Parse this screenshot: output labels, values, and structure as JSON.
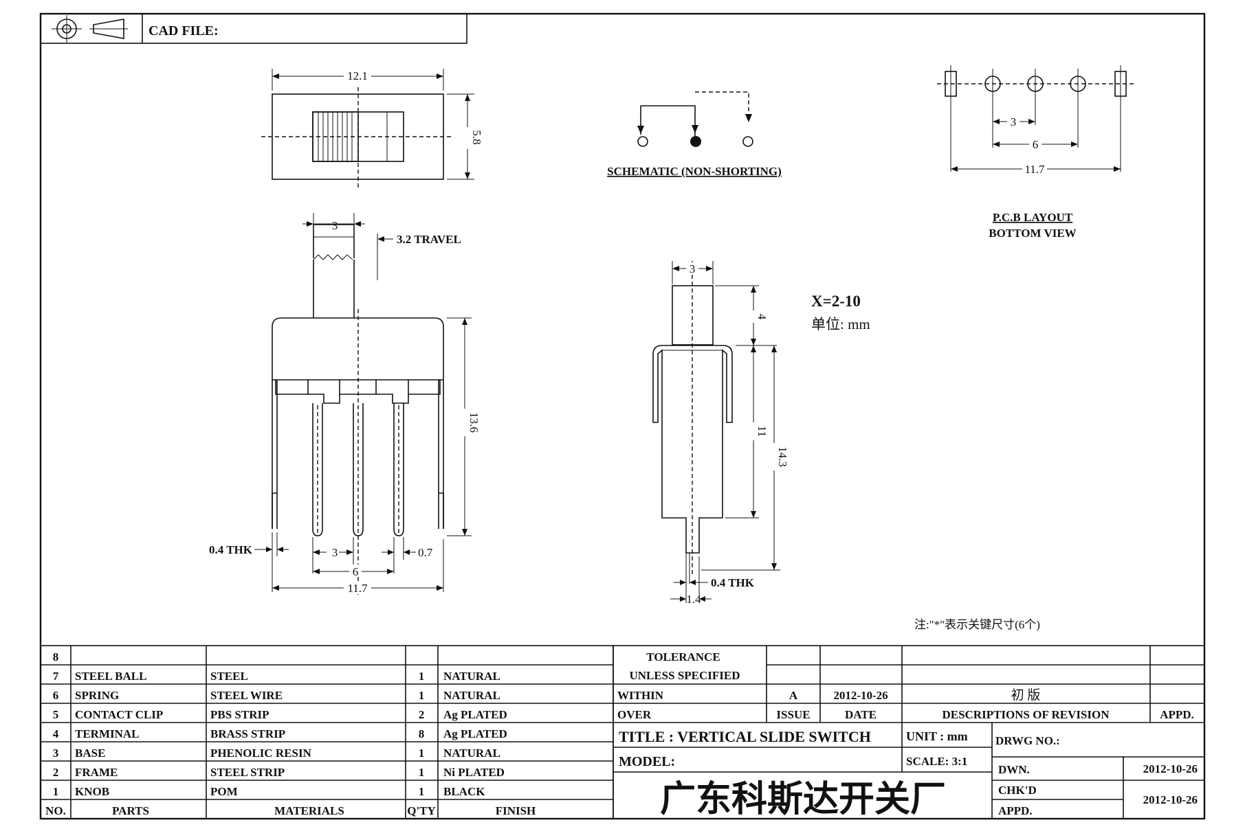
{
  "header": {
    "cad_file_label": "CAD FILE:",
    "projection_icon": "first-angle-projection-icon"
  },
  "top_view": {
    "width_dim": "12.1",
    "height_dim": "5.8"
  },
  "schematic": {
    "label": "SCHEMATIC (NON-SHORTING)"
  },
  "pcb": {
    "dim_3": "3",
    "dim_6": "6",
    "dim_117": "11.7",
    "label_1": "P.C.B LAYOUT",
    "label_2": "BOTTOM VIEW"
  },
  "front_view": {
    "dim_3": "3",
    "travel": "3.2 TRAVEL",
    "dim_136": "13.6",
    "thk": "0.4 THK",
    "pitch_3": "3",
    "pitch_07": "0.7",
    "pitch_6": "6",
    "total_117": "11.7"
  },
  "side_view": {
    "dim_3": "3",
    "dim_4": "4",
    "dim_11": "11",
    "dim_143": "14.3",
    "thk": "0.4 THK",
    "dim_14": "1.4"
  },
  "notes": {
    "x_range": "X=2-10",
    "unit": "单位: mm",
    "key_note": "注:\"*\"表示关键尺寸(6个)"
  },
  "bom": {
    "headers": {
      "no": "NO.",
      "parts": "PARTS",
      "materials": "MATERIALS",
      "qty": "Q'TY",
      "finish": "FINISH"
    },
    "rows": [
      {
        "no": "8",
        "part": "",
        "material": "",
        "qty": "",
        "finish": ""
      },
      {
        "no": "7",
        "part": "STEEL BALL",
        "material": "STEEL",
        "qty": "1",
        "finish": "NATURAL"
      },
      {
        "no": "6",
        "part": "SPRING",
        "material": "STEEL WIRE",
        "qty": "1",
        "finish": "NATURAL"
      },
      {
        "no": "5",
        "part": "CONTACT CLIP",
        "material": "PBS STRIP",
        "qty": "2",
        "finish": "Ag PLATED"
      },
      {
        "no": "4",
        "part": "TERMINAL",
        "material": "BRASS STRIP",
        "qty": "8",
        "finish": "Ag PLATED"
      },
      {
        "no": "3",
        "part": "BASE",
        "material": "PHENOLIC RESIN",
        "qty": "1",
        "finish": "NATURAL"
      },
      {
        "no": "2",
        "part": "FRAME",
        "material": "STEEL STRIP",
        "qty": "1",
        "finish": "Ni PLATED"
      },
      {
        "no": "1",
        "part": "KNOB",
        "material": "POM",
        "qty": "1",
        "finish": "BLACK"
      }
    ]
  },
  "title_block": {
    "tolerance_1": "TOLERANCE",
    "tolerance_2": "UNLESS SPECIFIED",
    "within": "WITHIN",
    "over": "OVER",
    "rev_letter": "A",
    "rev_date": "2012-10-26",
    "rev_desc": "初 版",
    "issue_label": "ISSUE",
    "date_label": "DATE",
    "desc_label": "DESCRIPTIONS OF REVISION",
    "appd_label": "APPD.",
    "title": "TITLE : VERTICAL SLIDE SWITCH",
    "unit": "UNIT : mm",
    "drwg_no": "DRWG NO.:",
    "model": "MODEL:",
    "scale": "SCALE: 3:1",
    "company": "广东科斯达开关厂",
    "dwn_label": "DWN.",
    "dwn_date": "2012-10-26",
    "chkd_label": "CHK'D",
    "appd2_label": "APPD.",
    "chk_date": "2012-10-26"
  }
}
